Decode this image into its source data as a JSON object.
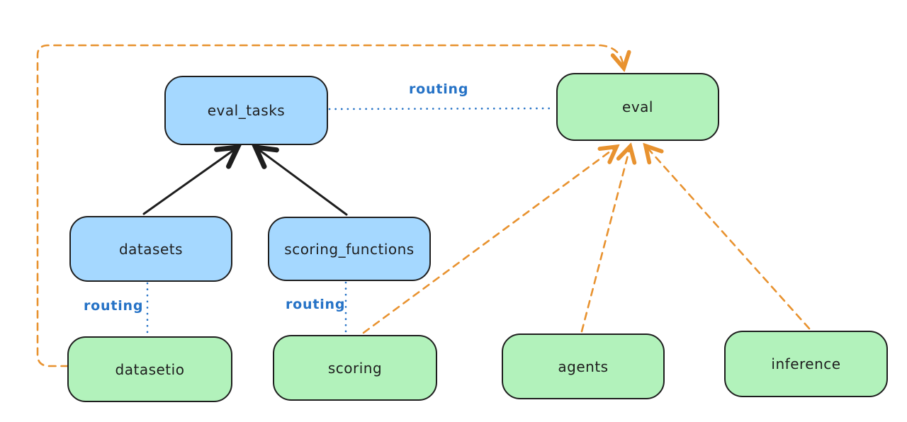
{
  "diagram": {
    "kind": "architecture-routing-diagram",
    "nodes": [
      {
        "id": "eval_tasks",
        "label": "eval_tasks",
        "fill": "blue"
      },
      {
        "id": "eval",
        "label": "eval",
        "fill": "green"
      },
      {
        "id": "datasets",
        "label": "datasets",
        "fill": "blue"
      },
      {
        "id": "scoring_functions",
        "label": "scoring_functions",
        "fill": "blue"
      },
      {
        "id": "datasetio",
        "label": "datasetio",
        "fill": "green"
      },
      {
        "id": "scoring",
        "label": "scoring",
        "fill": "green"
      },
      {
        "id": "agents",
        "label": "agents",
        "fill": "green"
      },
      {
        "id": "inference",
        "label": "inference",
        "fill": "green"
      }
    ],
    "edges": [
      {
        "from": "datasets",
        "to": "eval_tasks",
        "style": "solid",
        "color": "black",
        "label": ""
      },
      {
        "from": "scoring_functions",
        "to": "eval_tasks",
        "style": "solid",
        "color": "black",
        "label": ""
      },
      {
        "from": "eval_tasks",
        "to": "eval",
        "style": "dotted",
        "color": "blue",
        "label": "routing"
      },
      {
        "from": "datasets",
        "to": "datasetio",
        "style": "dotted",
        "color": "blue",
        "label": "routing"
      },
      {
        "from": "scoring_functions",
        "to": "scoring",
        "style": "dotted",
        "color": "blue",
        "label": "routing"
      },
      {
        "from": "datasetio",
        "to": "eval",
        "style": "dashed",
        "color": "orange",
        "label": ""
      },
      {
        "from": "scoring",
        "to": "eval",
        "style": "dashed",
        "color": "orange",
        "label": ""
      },
      {
        "from": "agents",
        "to": "eval",
        "style": "dashed",
        "color": "orange",
        "label": ""
      },
      {
        "from": "inference",
        "to": "eval",
        "style": "dashed",
        "color": "orange",
        "label": ""
      }
    ],
    "colors": {
      "background": "#ffffff",
      "node_blue_fill": "#a5d8ff",
      "node_green_fill": "#b2f2bb",
      "node_border": "#1e1e1e",
      "arrow_black": "#1e1e1e",
      "arrow_orange": "#e8922f",
      "routing_blue": "#2572c6"
    }
  }
}
